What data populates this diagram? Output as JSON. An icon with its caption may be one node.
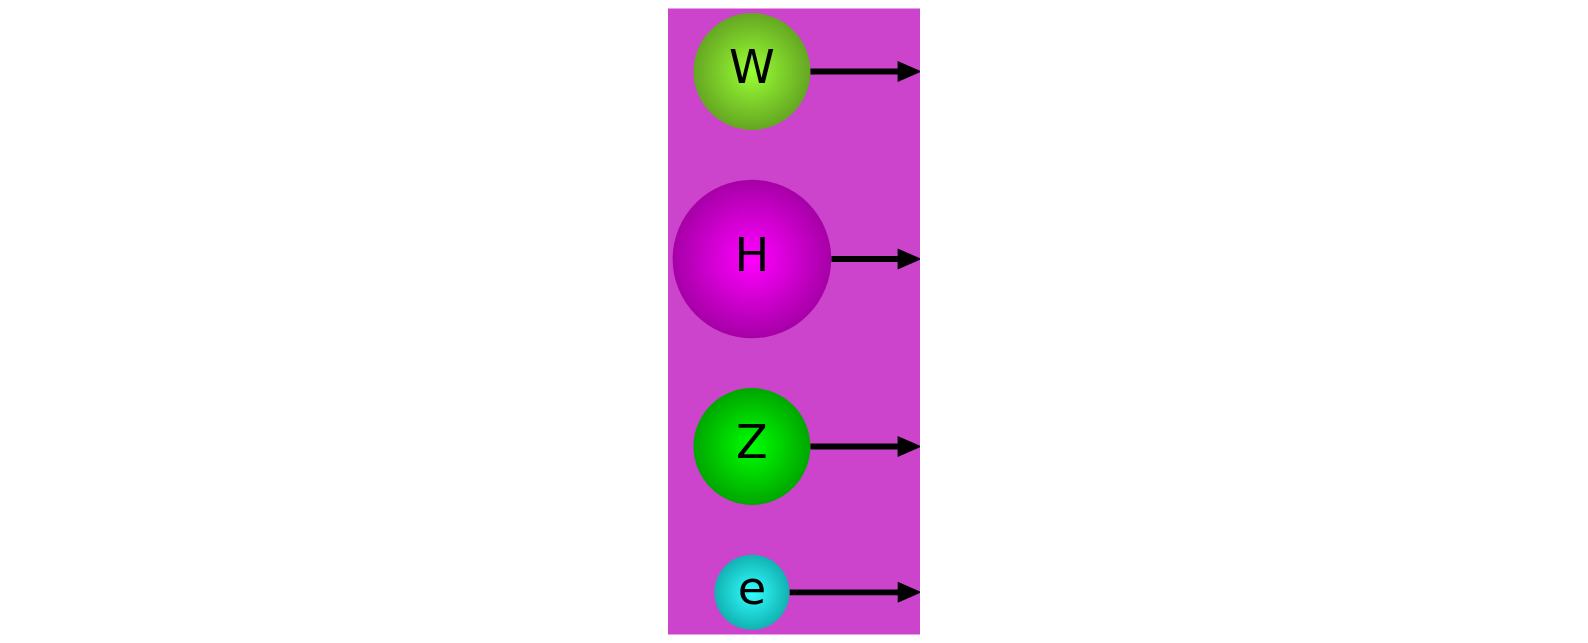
{
  "diagram": {
    "nodes": [
      {
        "text": [
          "e"
        ]
      },
      {
        "text": [
          "Z"
        ]
      },
      {
        "text": [
          "H"
        ]
      },
      {
        "text": [
          "W"
        ]
      }
    ],
    "edges": [
      {
        "from": 2,
        "to": null,
        "arrow": "to"
      },
      {
        "from": 0,
        "to": null,
        "arrow": "to"
      },
      {
        "from": 3,
        "to": null,
        "arrow": "to"
      },
      {
        "from": 1,
        "to": null,
        "arrow": "to"
      }
    ]
  }
}
